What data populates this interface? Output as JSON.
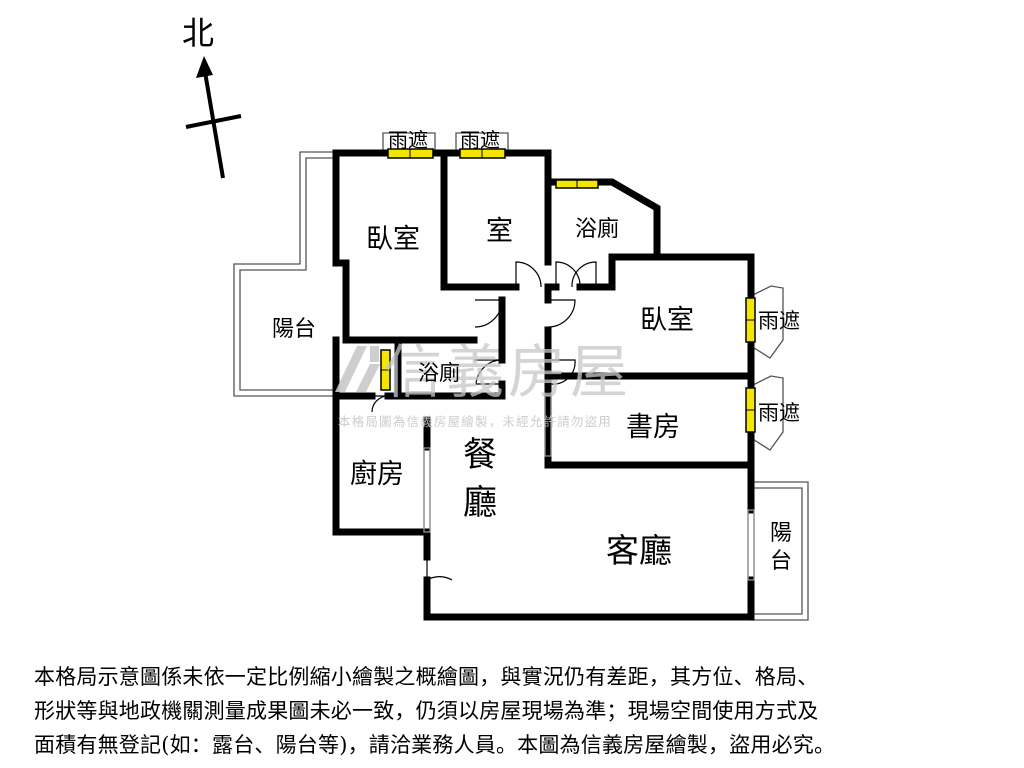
{
  "compass": {
    "north_label": "北"
  },
  "rooms": {
    "bedroom_1": "臥室",
    "room": "室",
    "bathroom_1": "浴廁",
    "bedroom_2": "臥室",
    "balcony_west": "陽台",
    "bathroom_2": "浴廁",
    "study": "書房",
    "kitchen": "廚房",
    "dining_1": "餐",
    "dining_2": "廳",
    "living": "客廳",
    "balcony_east_1": "陽",
    "balcony_east_2": "台"
  },
  "awnings": {
    "north_1": "雨遮",
    "north_2": "雨遮",
    "east_1": "雨遮",
    "east_2": "雨遮"
  },
  "watermark": {
    "brand": "信義房屋",
    "notice": "本格局圖為信義房屋繪製，未經允許請勿盜用"
  },
  "disclaimer": {
    "line1": "本格局示意圖係未依一定比例縮小繪製之概繪圖，與實況仍有差距，其方位、格局、",
    "line2": "形狀等與地政機關測量成果圖未必一致，仍須以房屋現場為準；現場空間使用方式及",
    "line3": "面積有無登記(如：露台、陽台等)，請洽業務人員。本圖為信義房屋繪製，盜用必究。"
  }
}
